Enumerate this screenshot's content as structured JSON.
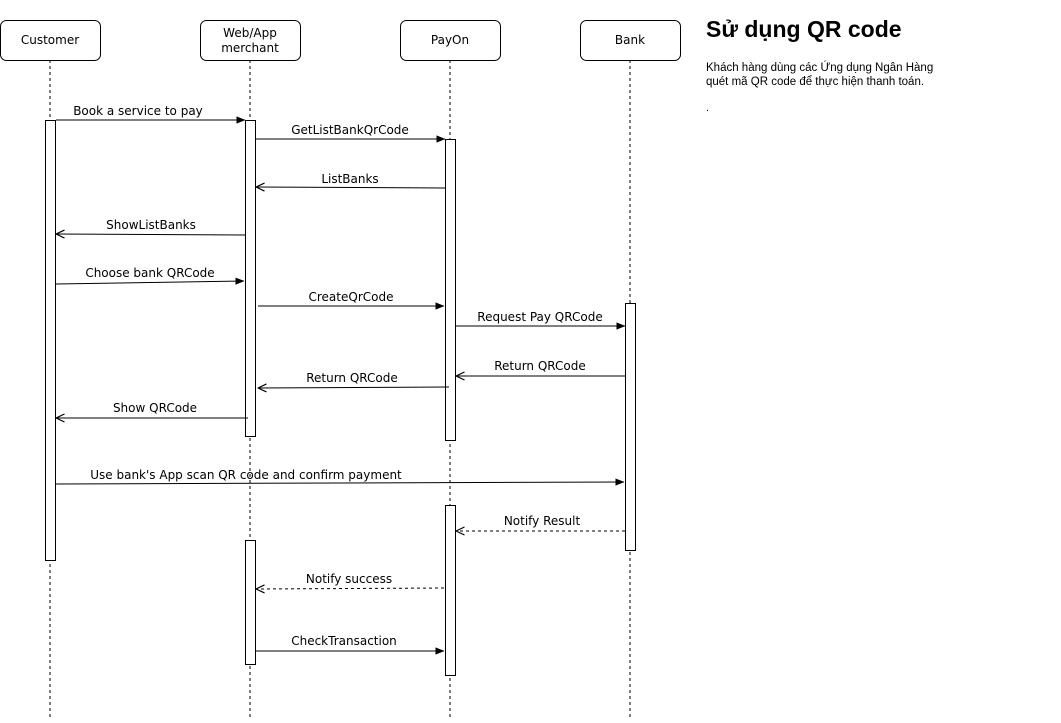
{
  "title": "Sử dụng QR code",
  "description": "Khách hàng dùng các Ứng dụng Ngân Hàng quét mã QR code để thực hiện thanh toán.",
  "note": ".",
  "actors": [
    {
      "id": "customer",
      "label_lines": [
        "Customer"
      ]
    },
    {
      "id": "merchant",
      "label_lines": [
        "Web/App",
        "merchant"
      ]
    },
    {
      "id": "payon",
      "label_lines": [
        "PayOn"
      ]
    },
    {
      "id": "bank",
      "label_lines": [
        "Bank"
      ]
    }
  ],
  "messages": [
    {
      "id": "book-service",
      "from": "customer",
      "to": "merchant",
      "label": "Book a service  to pay",
      "style": "solid"
    },
    {
      "id": "get-list-bank-qrcode",
      "from": "merchant",
      "to": "payon",
      "label": "GetListBankQrCode",
      "style": "solid"
    },
    {
      "id": "list-banks",
      "from": "payon",
      "to": "merchant",
      "label": "ListBanks",
      "style": "return"
    },
    {
      "id": "show-list-banks",
      "from": "merchant",
      "to": "customer",
      "label": "ShowListBanks",
      "style": "return"
    },
    {
      "id": "choose-bank-qrcode",
      "from": "customer",
      "to": "merchant",
      "label": "Choose  bank QRCode",
      "style": "solid"
    },
    {
      "id": "create-qrcode",
      "from": "merchant",
      "to": "payon",
      "label": "CreateQrCode",
      "style": "solid"
    },
    {
      "id": "request-pay-qrcode",
      "from": "payon",
      "to": "bank",
      "label": "Request Pay QRCode",
      "style": "solid"
    },
    {
      "id": "return-qrcode-bank",
      "from": "bank",
      "to": "payon",
      "label": "Return QRCode",
      "style": "return"
    },
    {
      "id": "return-qrcode-payon",
      "from": "payon",
      "to": "merchant",
      "label": "Return QRCode",
      "style": "return"
    },
    {
      "id": "show-qrcode",
      "from": "merchant",
      "to": "customer",
      "label": "Show QRCode",
      "style": "return"
    },
    {
      "id": "use-bank-app",
      "from": "customer",
      "to": "bank",
      "label": "Use bank's App  scan QR code and confirm payment",
      "style": "solid"
    },
    {
      "id": "notify-result",
      "from": "bank",
      "to": "payon",
      "label": "Notify Result",
      "style": "dashed"
    },
    {
      "id": "notify-success",
      "from": "payon",
      "to": "merchant",
      "label": "Notify success",
      "style": "dashed"
    },
    {
      "id": "check-transaction",
      "from": "merchant",
      "to": "payon",
      "label": "CheckTransaction",
      "style": "solid"
    }
  ]
}
